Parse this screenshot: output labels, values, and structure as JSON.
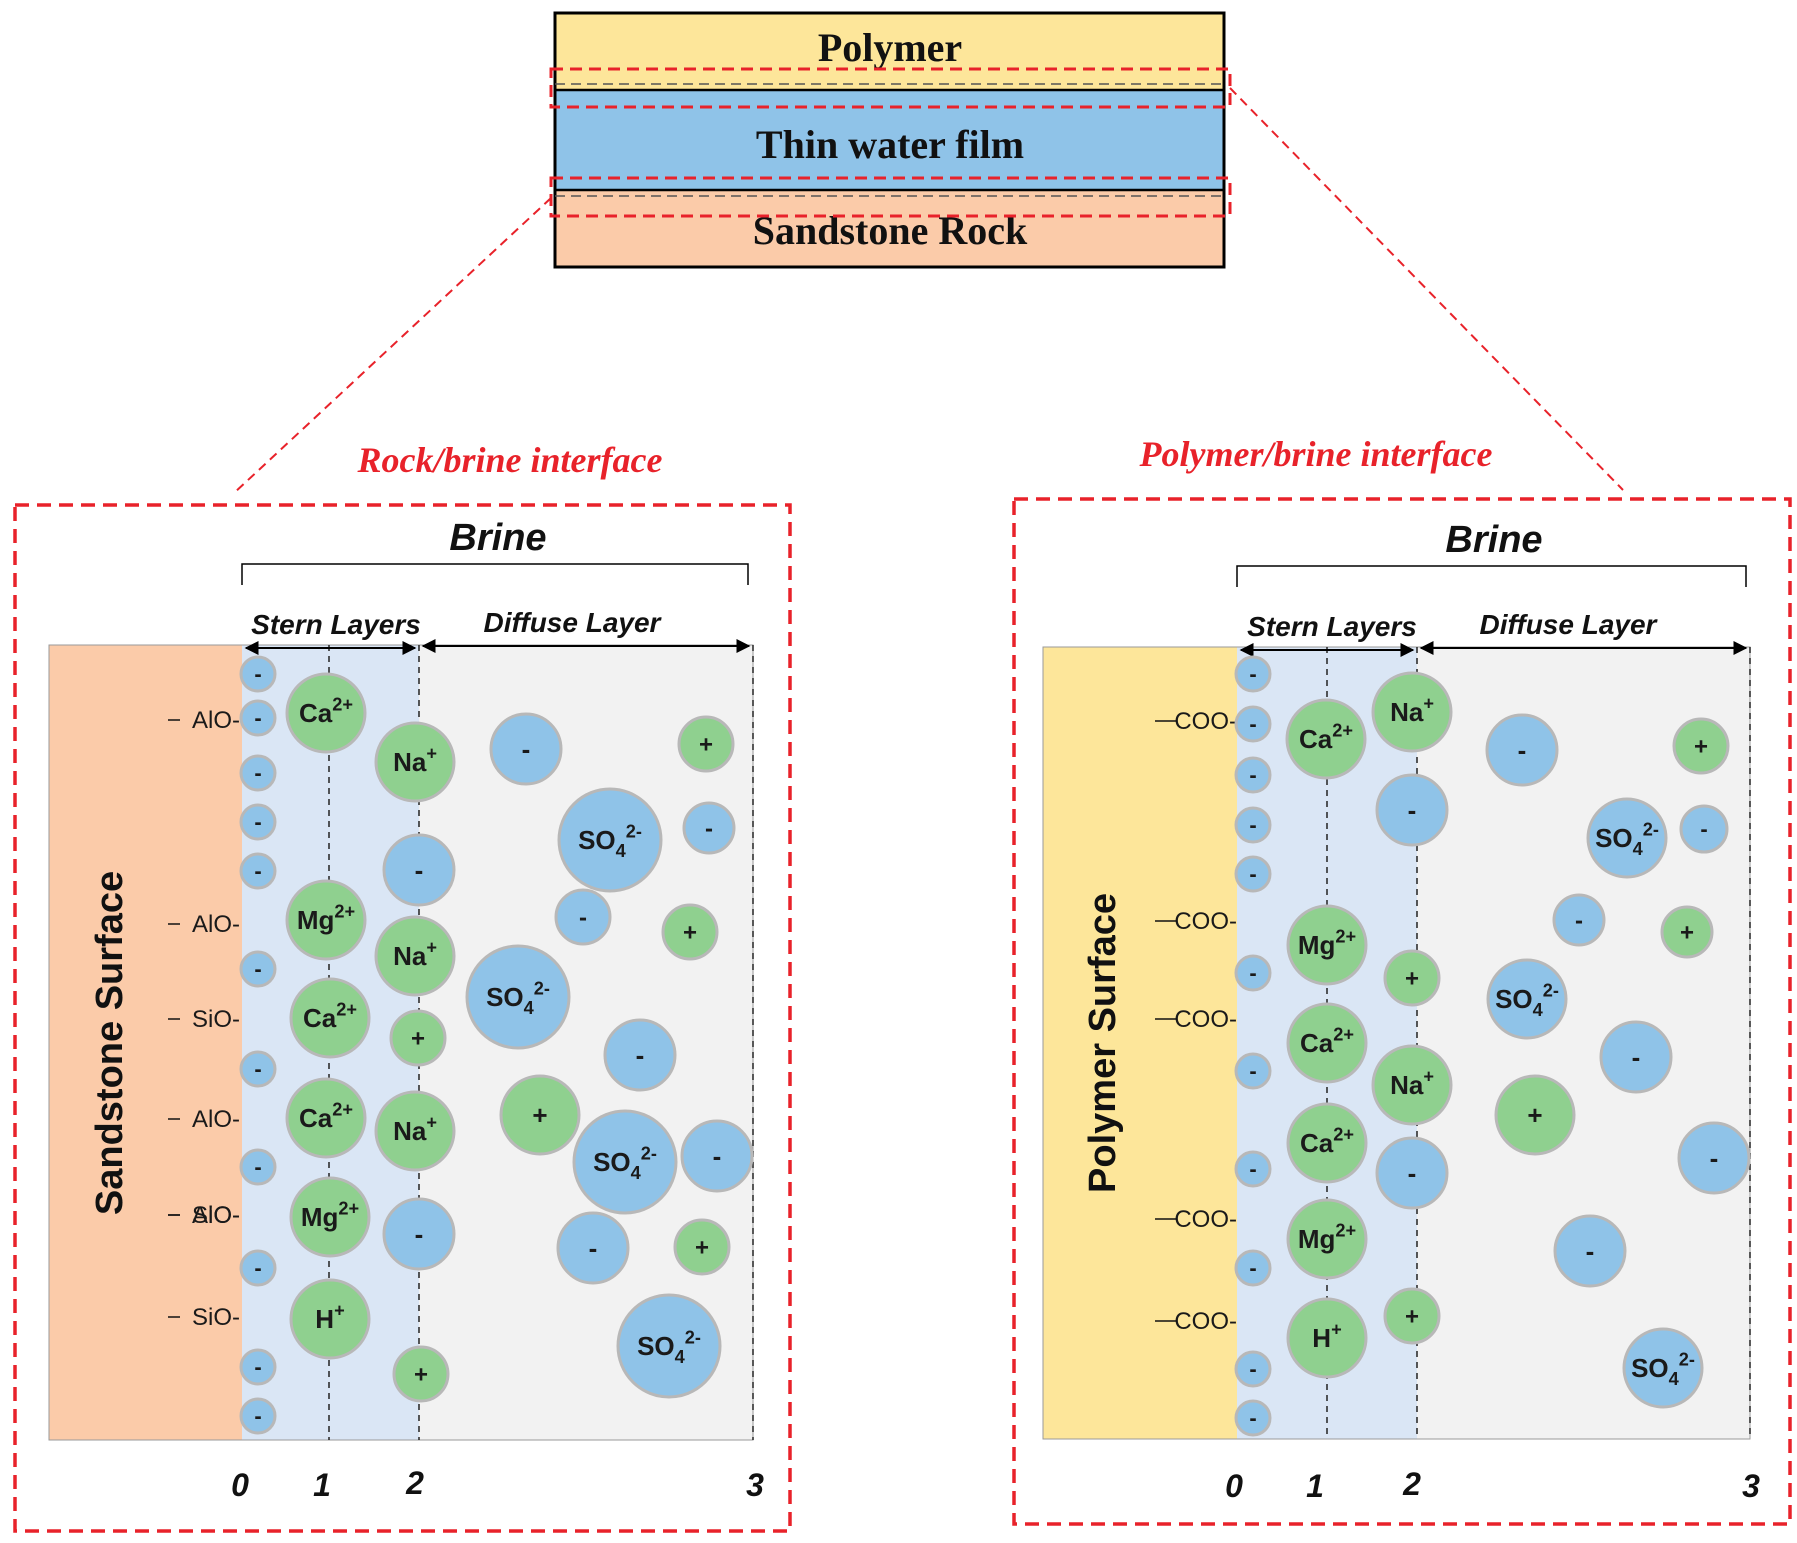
{
  "film": {
    "polymer": "Polymer",
    "water": "Thin water film",
    "rock": "Sandstone Rock"
  },
  "panels": [
    {
      "title": "Rock/brine interface",
      "surface": "Sandstone Surface",
      "brine": "Brine",
      "stern": "Stern Layers",
      "diffuse": "Diffuse Layer",
      "ticks": [
        "0",
        "1",
        "2",
        "3"
      ],
      "surface_groups": [
        "AlO",
        "AlO",
        "SiO",
        "AlO",
        "SiO",
        "SiO",
        "AlO"
      ],
      "ions": [
        {
          "t": "-",
          "k": "b"
        },
        {
          "t": "-",
          "k": "b"
        },
        {
          "t": "-",
          "k": "b"
        },
        {
          "t": "-",
          "k": "b"
        },
        {
          "t": "-",
          "k": "b"
        },
        {
          "t": "-",
          "k": "b"
        },
        {
          "t": "-",
          "k": "b"
        },
        {
          "t": "-",
          "k": "b"
        },
        {
          "t": "-",
          "k": "b"
        },
        {
          "t": "-",
          "k": "b"
        },
        {
          "t": "-",
          "k": "b"
        },
        {
          "t": "Ca2+",
          "k": "g"
        },
        {
          "t": "Mg2+",
          "k": "g"
        },
        {
          "t": "Ca2+",
          "k": "g"
        },
        {
          "t": "Ca2+",
          "k": "g"
        },
        {
          "t": "Mg2+",
          "k": "g"
        },
        {
          "t": "H+",
          "k": "g"
        },
        {
          "t": "Na+",
          "k": "g"
        },
        {
          "t": "-",
          "k": "b"
        },
        {
          "t": "Na+",
          "k": "g"
        },
        {
          "t": "+",
          "k": "g"
        },
        {
          "t": "Na+",
          "k": "g"
        },
        {
          "t": "-",
          "k": "b"
        },
        {
          "t": "+",
          "k": "g"
        },
        {
          "t": "-",
          "k": "b"
        },
        {
          "t": "+",
          "k": "g"
        },
        {
          "t": "SO42-",
          "k": "b"
        },
        {
          "t": "-",
          "k": "b"
        },
        {
          "t": "-",
          "k": "b"
        },
        {
          "t": "+",
          "k": "g"
        },
        {
          "t": "SO42-",
          "k": "b"
        },
        {
          "t": "-",
          "k": "b"
        },
        {
          "t": "+",
          "k": "g"
        },
        {
          "t": "SO42-",
          "k": "b"
        },
        {
          "t": "-",
          "k": "b"
        },
        {
          "t": "-",
          "k": "b"
        },
        {
          "t": "+",
          "k": "g"
        },
        {
          "t": "SO42-",
          "k": "b"
        }
      ]
    },
    {
      "title": "Polymer/brine interface",
      "surface": "Polymer Surface",
      "brine": "Brine",
      "stern": "Stern Layers",
      "diffuse": "Diffuse Layer",
      "ticks": [
        "0",
        "1",
        "2",
        "3"
      ],
      "surface_groups": [
        "COO",
        "COO",
        "COO",
        "COO",
        "COO"
      ],
      "ions": [
        {
          "t": "-",
          "k": "b"
        },
        {
          "t": "-",
          "k": "b"
        },
        {
          "t": "-",
          "k": "b"
        },
        {
          "t": "-",
          "k": "b"
        },
        {
          "t": "-",
          "k": "b"
        },
        {
          "t": "-",
          "k": "b"
        },
        {
          "t": "-",
          "k": "b"
        },
        {
          "t": "-",
          "k": "b"
        },
        {
          "t": "-",
          "k": "b"
        },
        {
          "t": "-",
          "k": "b"
        },
        {
          "t": "-",
          "k": "b"
        },
        {
          "t": "Ca2+",
          "k": "g"
        },
        {
          "t": "Mg2+",
          "k": "g"
        },
        {
          "t": "Ca2+",
          "k": "g"
        },
        {
          "t": "Ca2+",
          "k": "g"
        },
        {
          "t": "Mg2+",
          "k": "g"
        },
        {
          "t": "H+",
          "k": "g"
        },
        {
          "t": "Na+",
          "k": "g"
        },
        {
          "t": "-",
          "k": "b"
        },
        {
          "t": "+",
          "k": "g"
        },
        {
          "t": "Na+",
          "k": "g"
        },
        {
          "t": "-",
          "k": "b"
        },
        {
          "t": "+",
          "k": "g"
        },
        {
          "t": "-",
          "k": "b"
        },
        {
          "t": "+",
          "k": "g"
        },
        {
          "t": "SO42-",
          "k": "b"
        },
        {
          "t": "-",
          "k": "b"
        },
        {
          "t": "-",
          "k": "b"
        },
        {
          "t": "+",
          "k": "g"
        },
        {
          "t": "SO42-",
          "k": "b"
        },
        {
          "t": "-",
          "k": "b"
        },
        {
          "t": "+",
          "k": "g"
        },
        {
          "t": "-",
          "k": "b"
        },
        {
          "t": "-",
          "k": "b"
        },
        {
          "t": "SO42-",
          "k": "b"
        }
      ]
    }
  ],
  "colors": {
    "polymer": "#fde69a",
    "water": "#8fc3e8",
    "rock": "#fbcba9",
    "stern_bg": "#dae6f5",
    "diffuse_bg": "#f2f2f2",
    "cation": "#8fd08f",
    "anion": "#8fc3e8",
    "ion_stroke": "#b8b8b8",
    "accent_red": "#e8222a"
  }
}
